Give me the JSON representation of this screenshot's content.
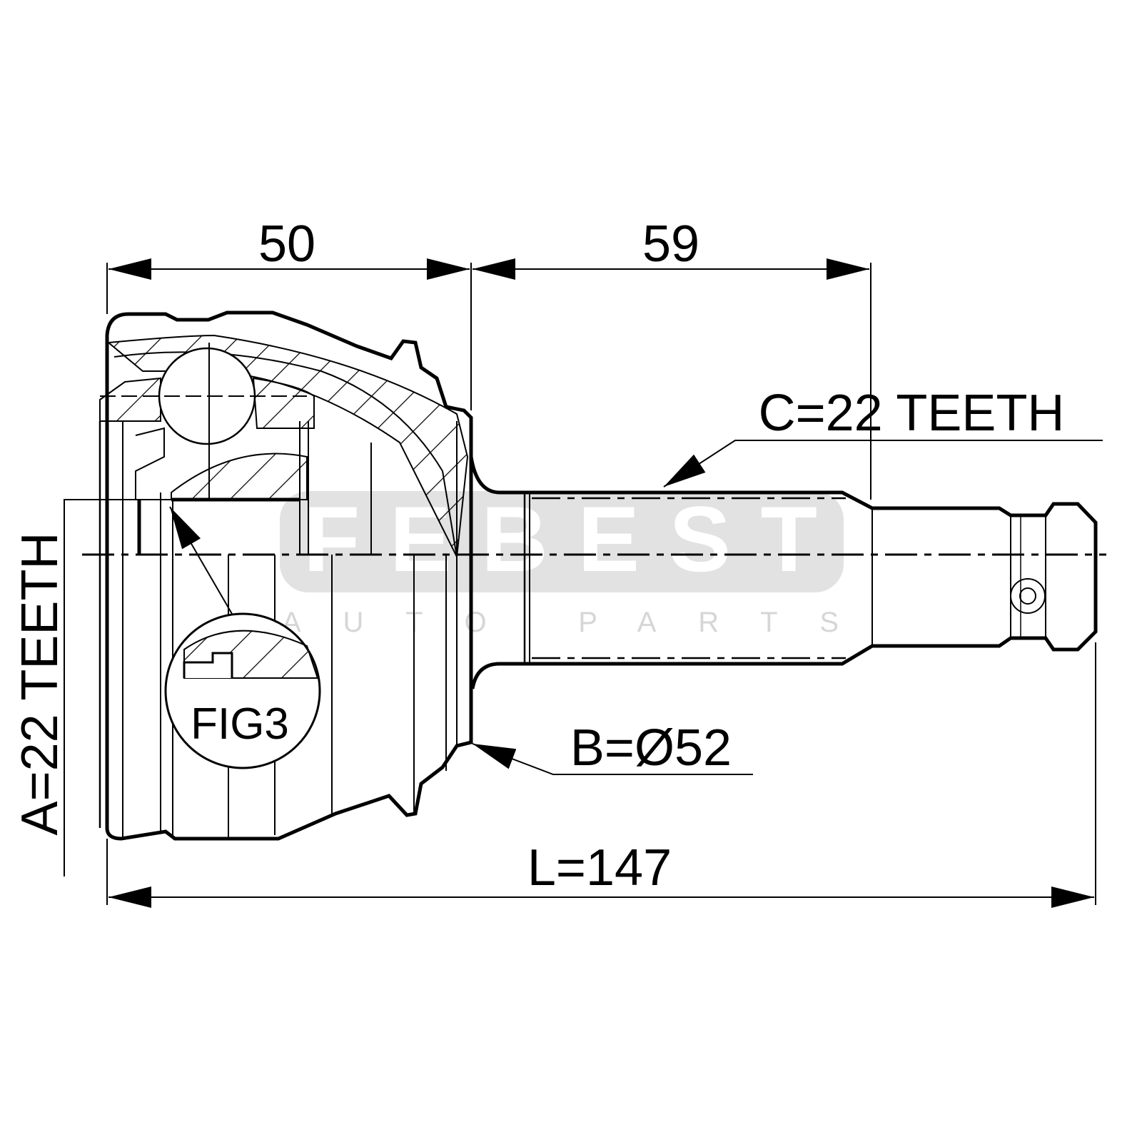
{
  "drawing": {
    "dimensions": {
      "housing_length": "50",
      "shaft_length": "59",
      "total_length": "L=147",
      "outer_spline": "C=22 TEETH",
      "inner_spline": "A=22 TEETH",
      "seal_diameter": "B=Ø52"
    },
    "detail_label": "FIG3",
    "watermark": {
      "brand": "FEBEST",
      "tagline": "AUTO PARTS"
    }
  }
}
